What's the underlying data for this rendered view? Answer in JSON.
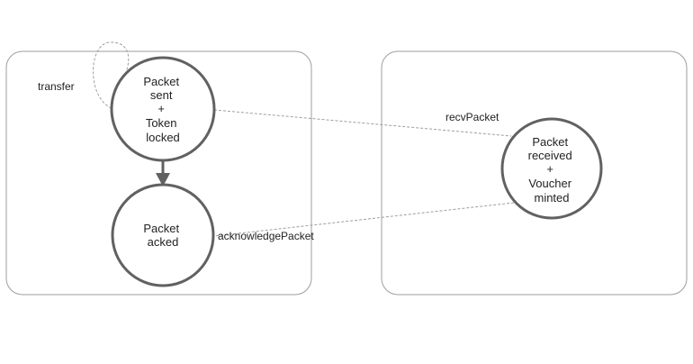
{
  "colors": {
    "background": "#ffffff",
    "container_stroke": "#9e9e9e",
    "node_stroke": "#616161",
    "edge_solid": "#616161",
    "edge_dashed": "#9e9e9e",
    "text": "#222222"
  },
  "nodes": {
    "packet_sent": {
      "lines": [
        "Packet",
        "sent",
        "+",
        "Token",
        "locked"
      ]
    },
    "packet_acked": {
      "lines": [
        "Packet",
        "acked"
      ]
    },
    "packet_received": {
      "lines": [
        "Packet",
        "received",
        "+",
        "Voucher",
        "minted"
      ]
    }
  },
  "edges": {
    "transfer": {
      "label": "transfer",
      "style": "dashed",
      "from": "packet_sent",
      "to": "packet_sent"
    },
    "sent_to_acked": {
      "label": "",
      "style": "solid-arrow",
      "from": "packet_sent",
      "to": "packet_acked"
    },
    "recv": {
      "label": "recvPacket",
      "style": "dashed",
      "from": "packet_sent",
      "to": "packet_received"
    },
    "ack": {
      "label": "acknowledgePacket",
      "style": "dashed",
      "from": "packet_received",
      "to": "packet_acked"
    }
  }
}
